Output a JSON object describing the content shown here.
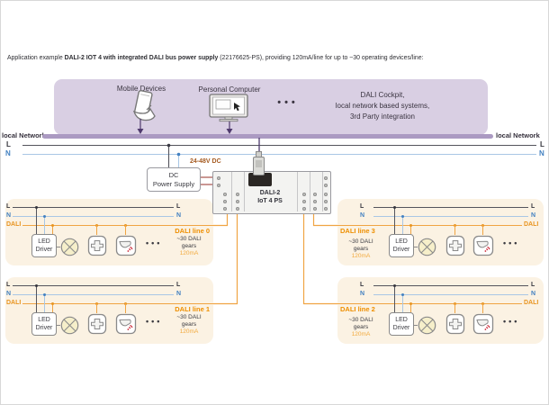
{
  "header": {
    "prefix": "Application example ",
    "bold": "DALI-2 IOT 4 with integrated DALI bus power supply",
    "suffix": " (22176625-PS), providing 120mA/line for up to ~30 operating devices/line:"
  },
  "cloud": {
    "mobile_label": "Mobile Devices",
    "pc_label": "Personal Computer",
    "ellipsis": "•••",
    "lines": [
      "DALI Cockpit,",
      "local network based systems,",
      "3rd Party integration"
    ]
  },
  "network": {
    "local_left": "local Network",
    "local_right": "local Network",
    "l_left": "L",
    "l_right": "L",
    "n_left": "N",
    "n_right": "N"
  },
  "power": {
    "dc_line1": "DC",
    "dc_line2": "Power Supply",
    "voltage": "24-48V DC"
  },
  "device": {
    "name_line1": "DALI-2",
    "name_line2": "IoT 4 PS"
  },
  "dali_lines": [
    {
      "title": "DALI line 0",
      "l_left": "L",
      "l_right": "L",
      "n_left": "N",
      "n_right": "N",
      "dali_label": "DALI",
      "driver_line1": "LED",
      "driver_line2": "Driver",
      "ellipsis": "•••",
      "gears_line1": "~30 DALI",
      "gears_line2": "gears",
      "current": "120mA"
    },
    {
      "title": "DALI line 1",
      "l_left": "L",
      "l_right": "L",
      "n_left": "N",
      "n_right": "N",
      "dali_label": "DALI",
      "driver_line1": "LED",
      "driver_line2": "Driver",
      "ellipsis": "•••",
      "gears_line1": "~30 DALI",
      "gears_line2": "gears",
      "current": "120mA"
    },
    {
      "title": "DALI line 2",
      "l_left": "L",
      "l_right": "L",
      "n_left": "N",
      "n_right": "N",
      "dali_label": "DALI",
      "driver_line1": "LED",
      "driver_line2": "Driver",
      "ellipsis": "•••",
      "gears_line1": "~30 DALI",
      "gears_line2": "gears",
      "current": "120mA"
    },
    {
      "title": "DALI line 3",
      "l_left": "L",
      "l_right": "L",
      "n_left": "N",
      "n_right": "N",
      "dali_label": "DALI",
      "driver_line1": "LED",
      "driver_line2": "Driver",
      "ellipsis": "•••",
      "gears_line1": "~30 DALI",
      "gears_line2": "gears",
      "current": "120mA"
    }
  ],
  "colors": {
    "accent_orange": "#EE8F00",
    "wire_orange": "#F0A443",
    "n_label_blue": "#4381C1",
    "n_line_blue": "#A9C7E5",
    "l_dark": "#54545C",
    "purple_fill": "#D9CFE3",
    "purple_band": "#AB9AC2",
    "purple_dark": "#4F3A6E",
    "cream_box": "#FBF2E3",
    "text_dark": "#3A3A40",
    "dc_wire_red": "#A6524B",
    "sensor_red": "#CC2333",
    "voltage_label": "#A55A20"
  }
}
